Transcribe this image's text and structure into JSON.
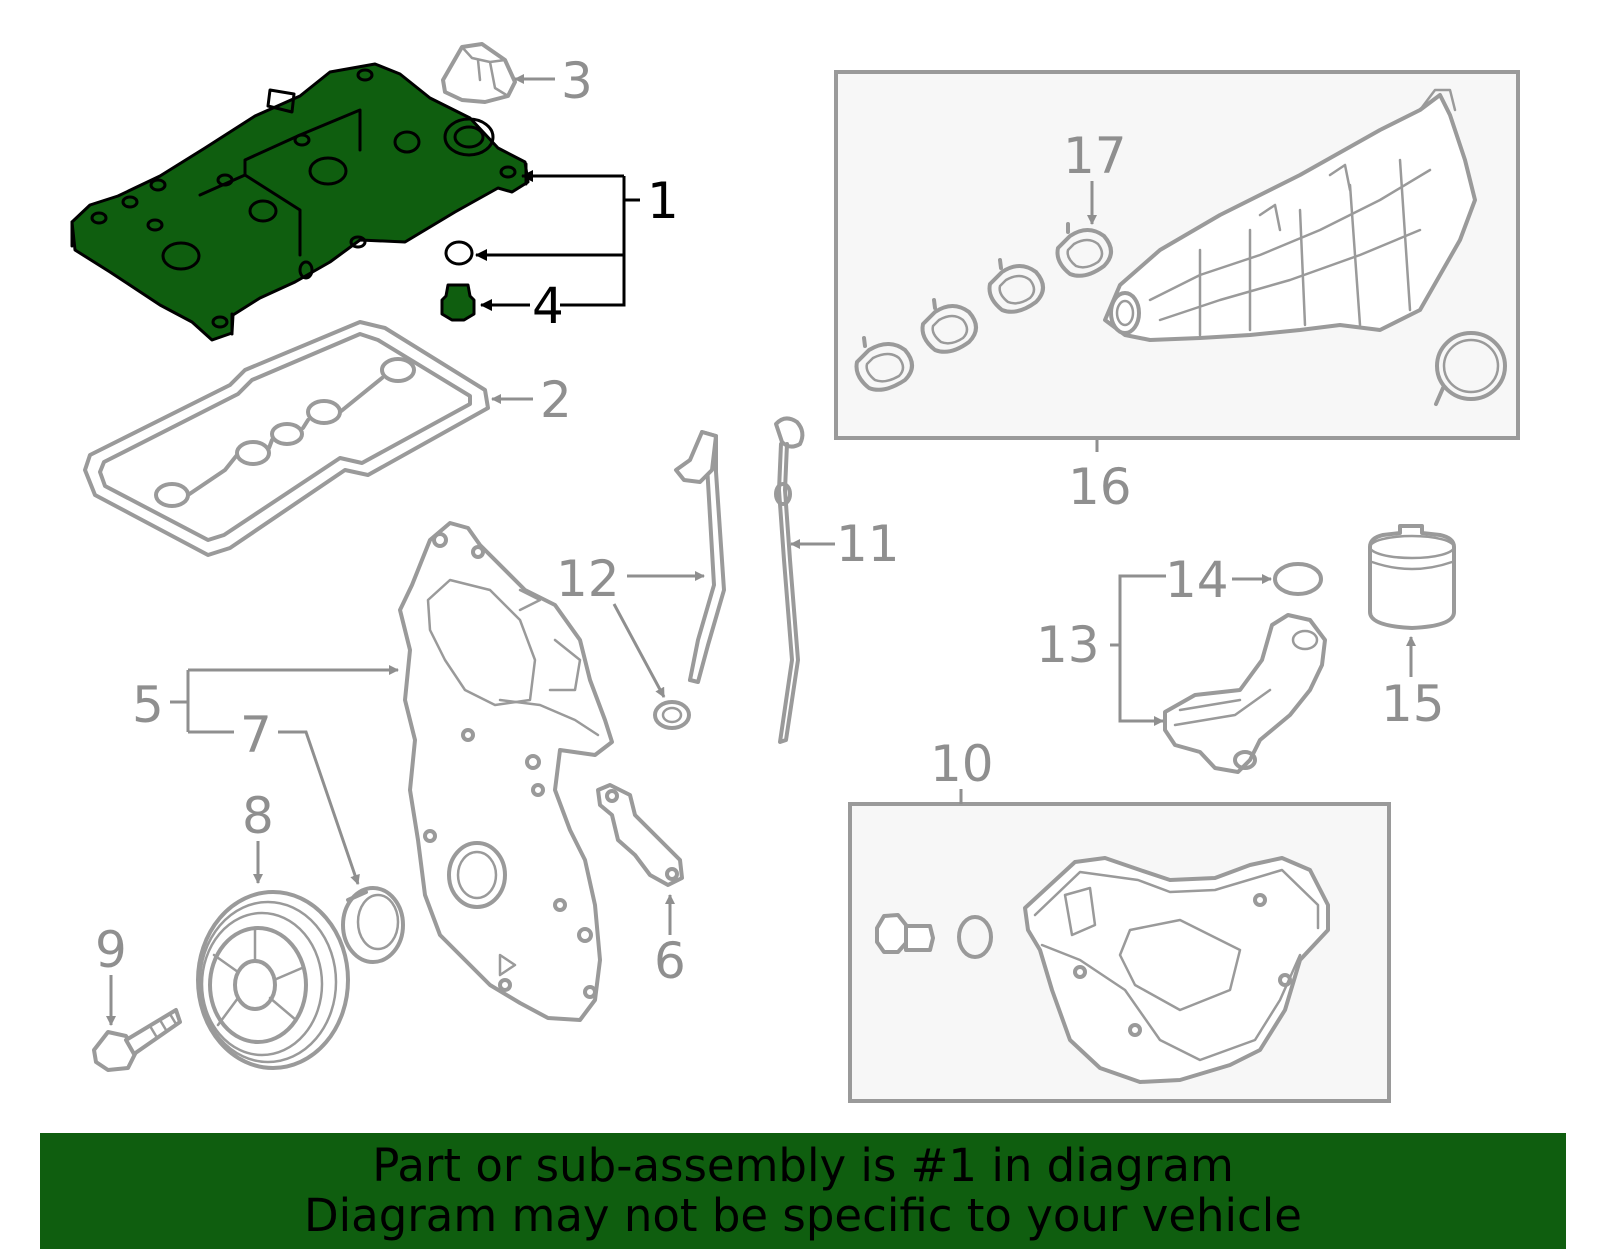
{
  "colors": {
    "highlight": "#0f5e0f",
    "line_gray": "#9a9a9a",
    "label_gray": "#8f8f8f",
    "banner": "#0f5e0f"
  },
  "callouts": {
    "c1": "1",
    "c2": "2",
    "c3": "3",
    "c4": "4",
    "c5": "5",
    "c6": "6",
    "c7": "7",
    "c8": "8",
    "c9": "9",
    "c10": "10",
    "c11": "11",
    "c12": "12",
    "c13": "13",
    "c14": "14",
    "c15": "15",
    "c16": "16",
    "c17": "17"
  },
  "highlighted_part": "1",
  "banner": {
    "line1": "Part or sub-assembly is #1 in diagram",
    "line2": "Diagram may not be specific to your vehicle"
  }
}
